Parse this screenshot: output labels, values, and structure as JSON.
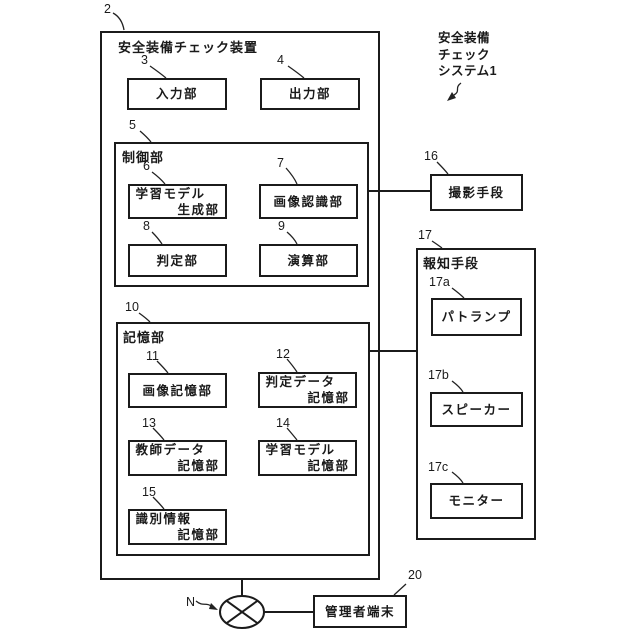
{
  "system": {
    "ref": "1",
    "label": "安全装備\nチェック\nシステム1"
  },
  "device": {
    "ref": "2",
    "label": "安全装備チェック装置",
    "input": {
      "ref": "3",
      "label": "入力部"
    },
    "output": {
      "ref": "4",
      "label": "出力部"
    },
    "control": {
      "ref": "5",
      "label": "制御部",
      "model_gen": {
        "ref": "6",
        "label": "学習モデル\n　　　生成部"
      },
      "image_recog": {
        "ref": "7",
        "label": "画像認識部"
      },
      "judge": {
        "ref": "8",
        "label": "判定部"
      },
      "calc": {
        "ref": "9",
        "label": "演算部"
      }
    },
    "storage": {
      "ref": "10",
      "label": "記憶部",
      "image_store": {
        "ref": "11",
        "label": "画像記憶部"
      },
      "judge_data": {
        "ref": "12",
        "label": "判定データ\n　　　記憶部"
      },
      "teacher_data": {
        "ref": "13",
        "label": "教師データ\n　　　記憶部"
      },
      "model_store": {
        "ref": "14",
        "label": "学習モデル\n　　　記憶部"
      },
      "id_info": {
        "ref": "15",
        "label": "識別情報\n　　　記憶部"
      }
    }
  },
  "camera": {
    "ref": "16",
    "label": "撮影手段"
  },
  "notifier": {
    "ref": "17",
    "label": "報知手段",
    "patlamp": {
      "ref": "17a",
      "label": "パトランプ"
    },
    "speaker": {
      "ref": "17b",
      "label": "スピーカー"
    },
    "monitor": {
      "ref": "17c",
      "label": "モニター"
    }
  },
  "network": {
    "ref": "N"
  },
  "admin_terminal": {
    "ref": "20",
    "label": "管理者端末"
  },
  "colors": {
    "line": "#1b1b1b",
    "background": "#ffffff"
  }
}
